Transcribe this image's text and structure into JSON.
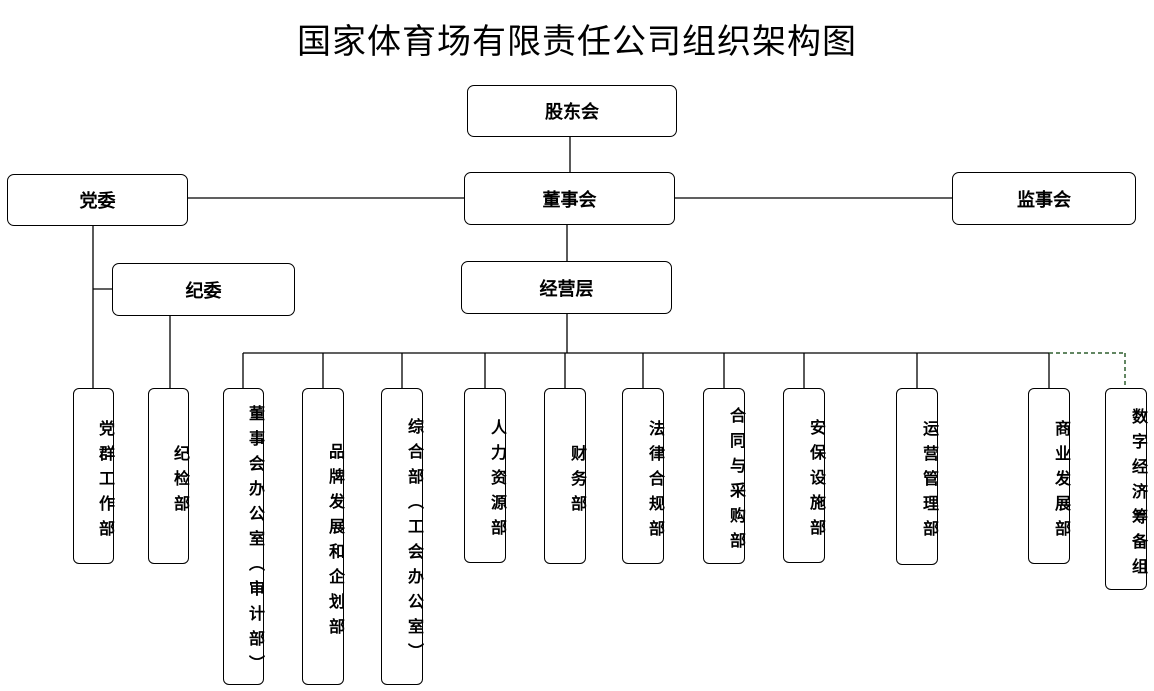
{
  "title": "国家体育场有限责任公司组织架构图",
  "top_nodes": {
    "shareholders": "股东会",
    "party_committee": "党委",
    "board": "董事会",
    "supervisors": "监事会",
    "discipline_committee": "纪委",
    "management": "经营层"
  },
  "departments": [
    "党群工作部",
    "纪检部",
    "董事会办公室（审计部）",
    "品牌发展和企划部",
    "综合部（工会办公室）",
    "人力资源部",
    "财务部",
    "法律合规部",
    "合同与采购部",
    "安保设施部",
    "运营管理部",
    "商业发展部",
    "数字经济筹备组"
  ],
  "colors": {
    "line": "#000000",
    "dashed_line": "#2e5e2e"
  }
}
